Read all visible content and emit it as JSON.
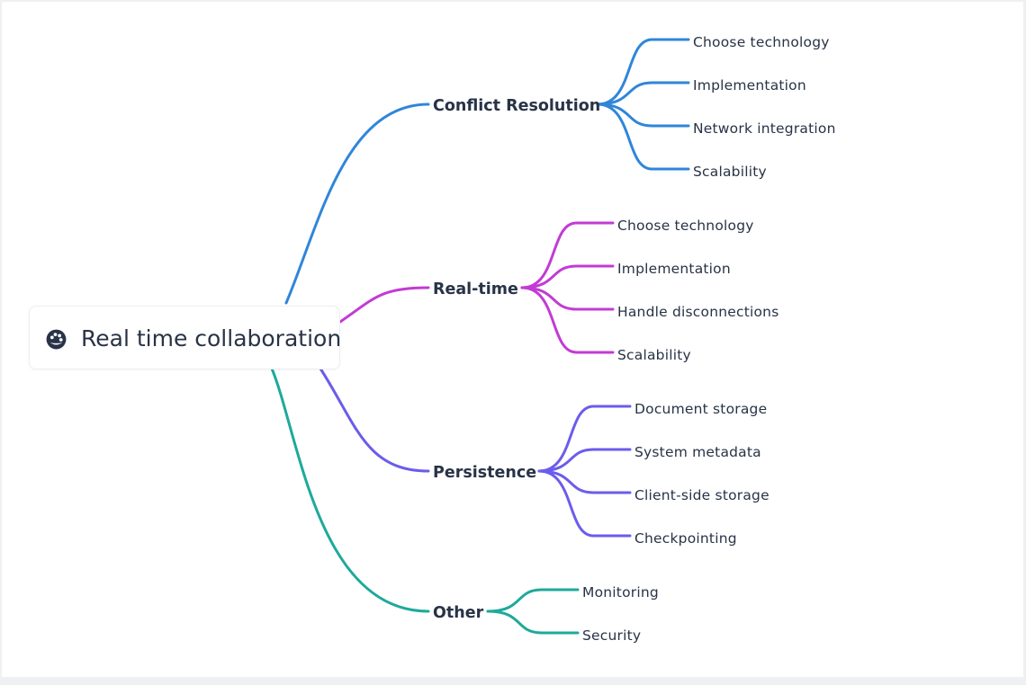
{
  "root": {
    "label": "Real time collaboration",
    "icon": "palette-icon"
  },
  "branches": [
    {
      "label": "Conflict Resolution",
      "color": "#2f86d9",
      "children": [
        "Choose technology",
        "Implementation",
        "Network integration",
        "Scalability"
      ]
    },
    {
      "label": "Real-time",
      "color": "#c23bd4",
      "children": [
        "Choose technology",
        "Implementation",
        "Handle disconnections",
        "Scalability"
      ]
    },
    {
      "label": "Persistence",
      "color": "#6b5cec",
      "children": [
        "Document storage",
        "System metadata",
        "Client-side storage",
        "Checkpointing"
      ]
    },
    {
      "label": "Other",
      "color": "#1ea99b",
      "children": [
        "Monitoring",
        "Security"
      ]
    }
  ]
}
